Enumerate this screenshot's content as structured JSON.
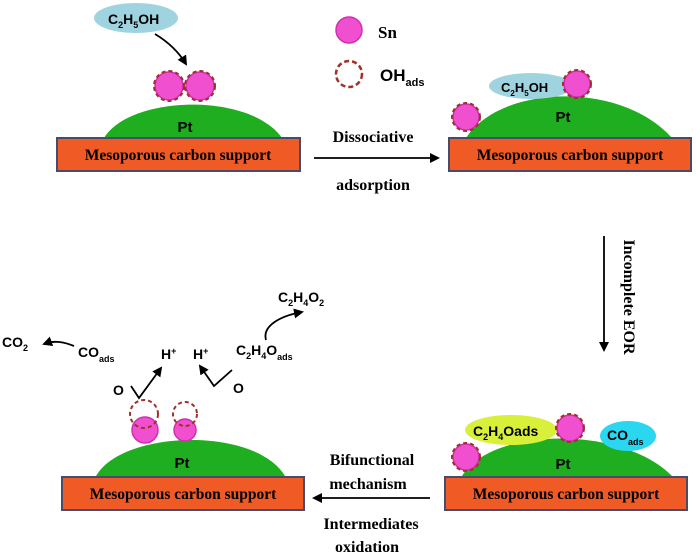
{
  "legend": {
    "sn": "Sn",
    "oh_main": "OH",
    "oh_sub": "ads"
  },
  "support_label": "Mesoporous carbon support",
  "pt_label": "Pt",
  "molecules": {
    "ethanol": {
      "c": "C",
      "c_n": "2",
      "h": "H",
      "h_n": "5",
      "tail": "OH"
    },
    "ethanol_ads": {
      "c": "C",
      "c_n": "2",
      "h": "H",
      "h_n": "5",
      "tail": "OH"
    },
    "c2h4o_ads": {
      "c": "C",
      "c_n": "2",
      "h": "H",
      "h_n": "4",
      "tail": "Oads"
    },
    "co_ads": {
      "main": "CO",
      "sub": "ads"
    }
  },
  "arrows": {
    "step1_top": "Dissociative",
    "step1_bottom": "adsorption",
    "step2": "Incomplete EOR",
    "step3_top1": "Bifunctional",
    "step3_top2": "mechanism",
    "step3_bottom1": "Intermediates",
    "step3_bottom2": "oxidation"
  },
  "reaction": {
    "co2": {
      "main": "CO",
      "sub": "2"
    },
    "co_ads": {
      "main": "CO",
      "sub": "ads"
    },
    "h_plus_1": {
      "main": "H",
      "sup": "+"
    },
    "h_plus_2": {
      "main": "H",
      "sup": "+"
    },
    "o_1": "O",
    "o_2": "O",
    "c2h4o_ads": {
      "c": "C",
      "c_n": "2",
      "h": "H",
      "h_n": "4",
      "o": "O",
      "sub": "ads"
    },
    "c2h4o2": {
      "c": "C",
      "c_n": "2",
      "h": "H",
      "h_n": "4",
      "o": "O",
      "o_n": "2"
    }
  },
  "colors": {
    "support_fill": "#f05a24",
    "support_stroke": "#4a4a6a",
    "pt_fill": "#1fae1f",
    "sn_fill": "#f04fcf",
    "oh_stroke": "#a0302a",
    "ethanol_fill": "#9fd3df",
    "c2h4o_fill": "#d8f03a",
    "co_fill": "#2ad6f0"
  }
}
